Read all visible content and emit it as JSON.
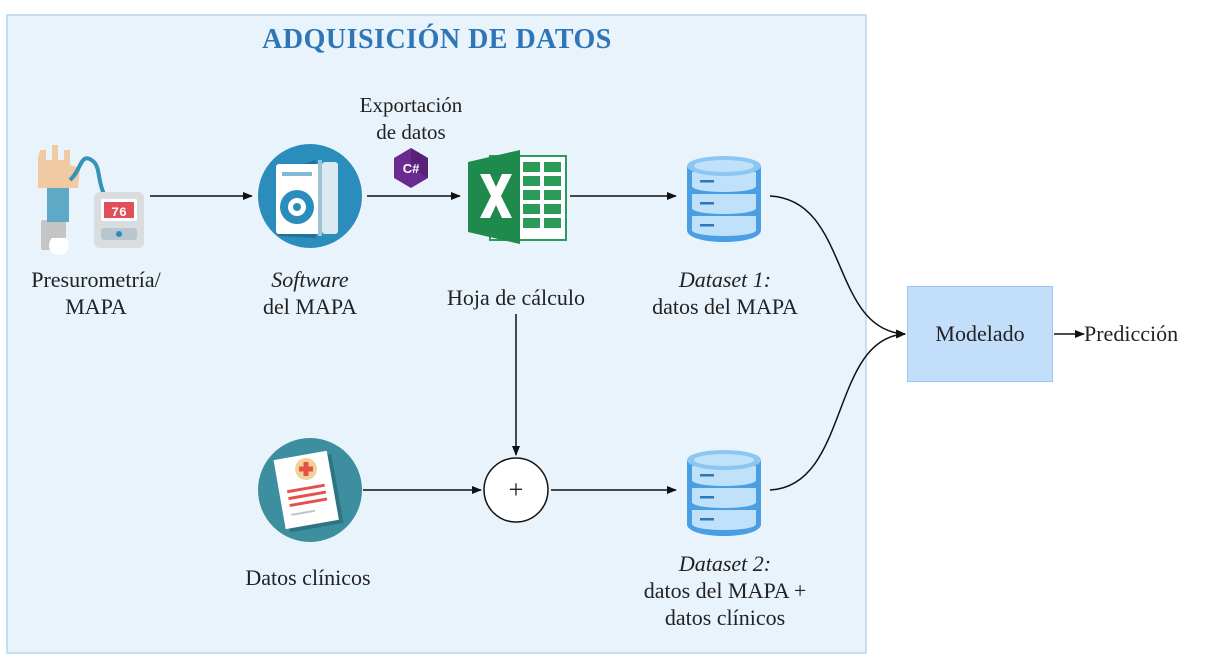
{
  "title": "ADQUISICIÓN DE DATOS",
  "export_label": [
    "Exportación",
    "de datos"
  ],
  "nodes": {
    "presurometria": [
      "Presurometría/",
      "MAPA"
    ],
    "software": {
      "italic": "Software",
      "line2": "del MAPA"
    },
    "hoja": "Hoja de cálculo",
    "dataset1": {
      "italic": "Dataset 1:",
      "line2": "datos del MAPA"
    },
    "clinicos": "Datos clínicos",
    "dataset2": {
      "italic": "Dataset 2:",
      "line2": "datos del MAPA +",
      "line3": "datos clínicos"
    },
    "modelado": "Modelado",
    "prediccion": "Predicción",
    "plus": "+",
    "bp_reading": "76",
    "csharp": "C#"
  },
  "colors": {
    "panel_bg": "#e9f3fb",
    "panel_border": "#b5d6ee",
    "title": "#2e76b5",
    "teal": "#2b8dbb",
    "clinic_teal": "#3d8e9e",
    "excel_green": "#1e8a4c",
    "db_blue": "#4a9ee3",
    "modelado_bg": "#c3defa"
  },
  "icons": [
    "hand-bp-monitor-icon",
    "software-disc-icon",
    "csharp-icon",
    "excel-icon",
    "database-icon",
    "clinical-report-icon"
  ]
}
